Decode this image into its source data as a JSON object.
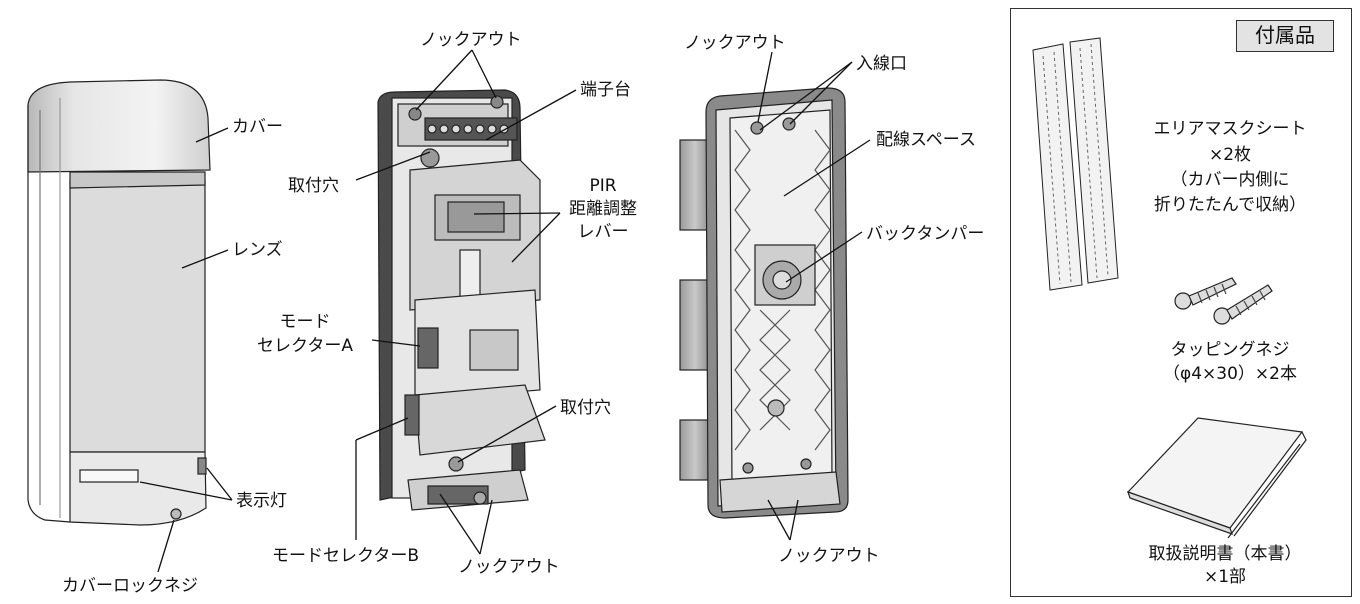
{
  "labels": {
    "cover": "カバー",
    "lens": "レンズ",
    "indicator": "表示灯",
    "cover_lock_screw": "カバーロックネジ",
    "knockout_top_mid": "ノックアウト",
    "terminal_block": "端子台",
    "mount_hole_upper": "取付穴",
    "pir_line1": "PIR",
    "pir_line2": "距離調整",
    "pir_line3": "レバー",
    "mode_selector_a_line1": "モード",
    "mode_selector_a_line2": "セレクターA",
    "mount_hole_lower": "取付穴",
    "mode_selector_b": "モードセレクターB",
    "knockout_bottom_mid": "ノックアウト",
    "knockout_top_back": "ノックアウト",
    "wire_inlet": "入線口",
    "wiring_space": "配線スペース",
    "back_tamper": "バックタンパー",
    "knockout_bottom_back": "ノックアウト"
  },
  "accessories": {
    "title": "付属品",
    "mask_sheet_line1": "エリアマスクシート",
    "mask_sheet_line2": "×2枚",
    "mask_sheet_line3": "（カバー内側に",
    "mask_sheet_line4": "折りたたんで収納）",
    "screw_line1": "タッピングネジ",
    "screw_line2": "（φ4×30）×2本",
    "manual_line1": "取扱説明書（本書）",
    "manual_line2": "×1部"
  }
}
